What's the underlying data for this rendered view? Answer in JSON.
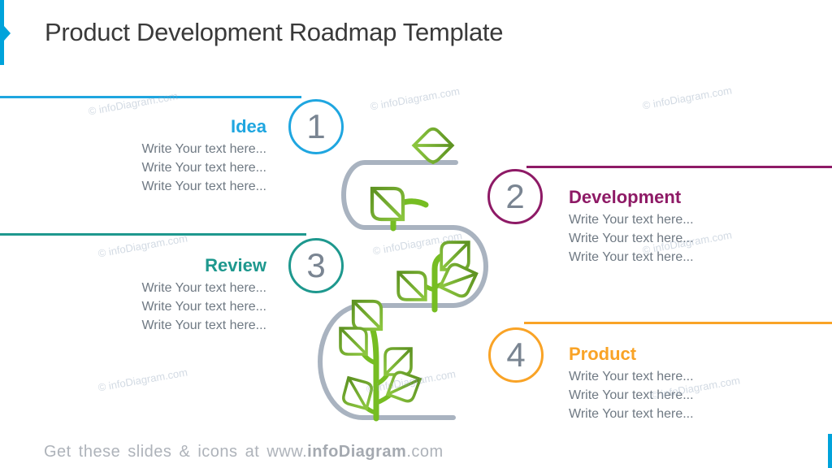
{
  "title": "Product Development Roadmap Template",
  "watermark": {
    "text": "© infoDiagram.com"
  },
  "footer": {
    "prefix": "Get these slides & icons at www.",
    "brand": "infoDiagram",
    "suffix": ".com"
  },
  "colors": {
    "blue": "#1fa6e0",
    "purple": "#8e1a66",
    "teal": "#1e988e",
    "orange": "#f9a326",
    "accent_blue": "#00a3db",
    "path_gray": "#a9b3c0",
    "stem_green": "#76bd22",
    "leaf_green_light": "#8cc63f",
    "leaf_green_dark": "#5e9322"
  },
  "stages": [
    {
      "number": "1",
      "label": "Idea",
      "lines": [
        "Write Your text here...",
        "Write Your text here...",
        "Write Your text here..."
      ]
    },
    {
      "number": "2",
      "label": "Development",
      "lines": [
        "Write Your text here...",
        "Write Your text here...",
        "Write Your text here..."
      ]
    },
    {
      "number": "3",
      "label": "Review",
      "lines": [
        "Write Your text here...",
        "Write Your text here...",
        "Write Your text here..."
      ]
    },
    {
      "number": "4",
      "label": "Product",
      "lines": [
        "Write Your text here...",
        "Write Your text here...",
        "Write Your text here..."
      ]
    }
  ]
}
